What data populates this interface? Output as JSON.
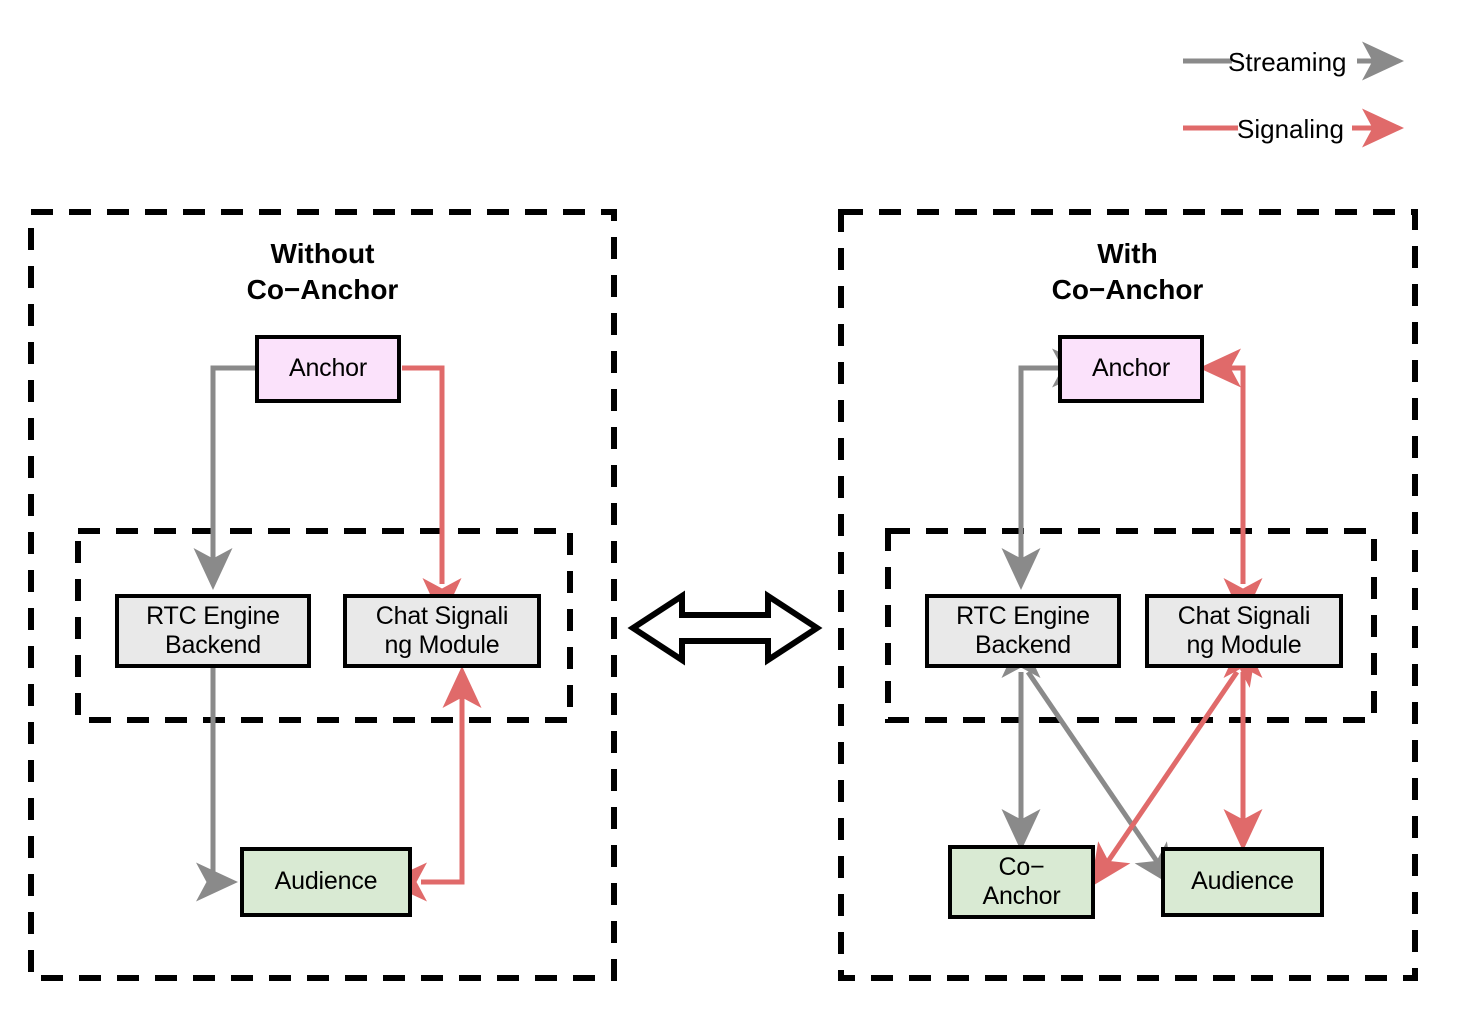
{
  "legend": {
    "items": [
      {
        "label": "Streaming",
        "color": "#8a8a8a",
        "icon": "arrow-right-icon"
      },
      {
        "label": "Signaling",
        "color": "#e06a6a",
        "icon": "arrow-right-icon"
      }
    ]
  },
  "panels": [
    {
      "id": "without-co-anchor",
      "title_line1": "Without",
      "title_line2": "Co−Anchor",
      "nodes": {
        "anchor": "Anchor",
        "rtc": "RTC Engine\nBackend",
        "rtc_line1": "RTC Engine",
        "rtc_line2": "Backend",
        "chat_line1": "Chat Signali",
        "chat_line2": "ng Module",
        "audience": "Audience"
      },
      "edges": [
        {
          "from": "Anchor",
          "to": "RTC Engine Backend",
          "type": "Streaming",
          "color": "#8a8a8a",
          "direction": "one-way"
        },
        {
          "from": "RTC Engine Backend",
          "to": "Audience",
          "type": "Streaming",
          "color": "#8a8a8a",
          "direction": "one-way"
        },
        {
          "from": "Anchor",
          "to": "Chat Signaling Module",
          "type": "Signaling",
          "color": "#e06a6a",
          "direction": "one-way"
        },
        {
          "from": "Chat Signaling Module",
          "to": "Audience",
          "type": "Signaling",
          "color": "#e06a6a",
          "direction": "one-way"
        },
        {
          "from": "Chat Signaling Module",
          "to": "Anchor",
          "type": "Signaling",
          "color": "#e06a6a",
          "direction": "one-way"
        },
        {
          "from": "Audience",
          "to": "Chat Signaling Module",
          "type": "Signaling",
          "color": "#e06a6a",
          "direction": "one-way"
        }
      ]
    },
    {
      "id": "with-co-anchor",
      "title_line1": "With",
      "title_line2": "Co−Anchor",
      "nodes": {
        "anchor": "Anchor",
        "rtc_line1": "RTC Engine",
        "rtc_line2": "Backend",
        "chat_line1": "Chat Signali",
        "chat_line2": "ng Module",
        "coanchor_line1": "Co−",
        "coanchor_line2": "Anchor",
        "audience": "Audience"
      },
      "edges": [
        {
          "from": "Anchor",
          "to": "RTC Engine Backend",
          "type": "Streaming",
          "color": "#8a8a8a",
          "direction": "both"
        },
        {
          "from": "RTC Engine Backend",
          "to": "Co−Anchor",
          "type": "Streaming",
          "color": "#8a8a8a",
          "direction": "both"
        },
        {
          "from": "RTC Engine Backend",
          "to": "Audience",
          "type": "Streaming",
          "color": "#8a8a8a",
          "direction": "one-way"
        },
        {
          "from": "Anchor",
          "to": "Chat Signaling Module",
          "type": "Signaling",
          "color": "#e06a6a",
          "direction": "both"
        },
        {
          "from": "Chat Signaling Module",
          "to": "Audience",
          "type": "Signaling",
          "color": "#e06a6a",
          "direction": "both"
        },
        {
          "from": "Chat Signaling Module",
          "to": "Co−Anchor",
          "type": "Signaling",
          "color": "#e06a6a",
          "direction": "both"
        }
      ]
    }
  ],
  "center_connector": {
    "icon": "double-arrow-horizontal-icon",
    "fill": "#ffffff",
    "stroke": "#000000"
  },
  "colors": {
    "anchor_fill": "#fbe2fb",
    "module_fill": "#e9e9e9",
    "participant_fill": "#d9ead3",
    "streaming": "#8a8a8a",
    "signaling": "#e06a6a",
    "outline": "#000000"
  }
}
